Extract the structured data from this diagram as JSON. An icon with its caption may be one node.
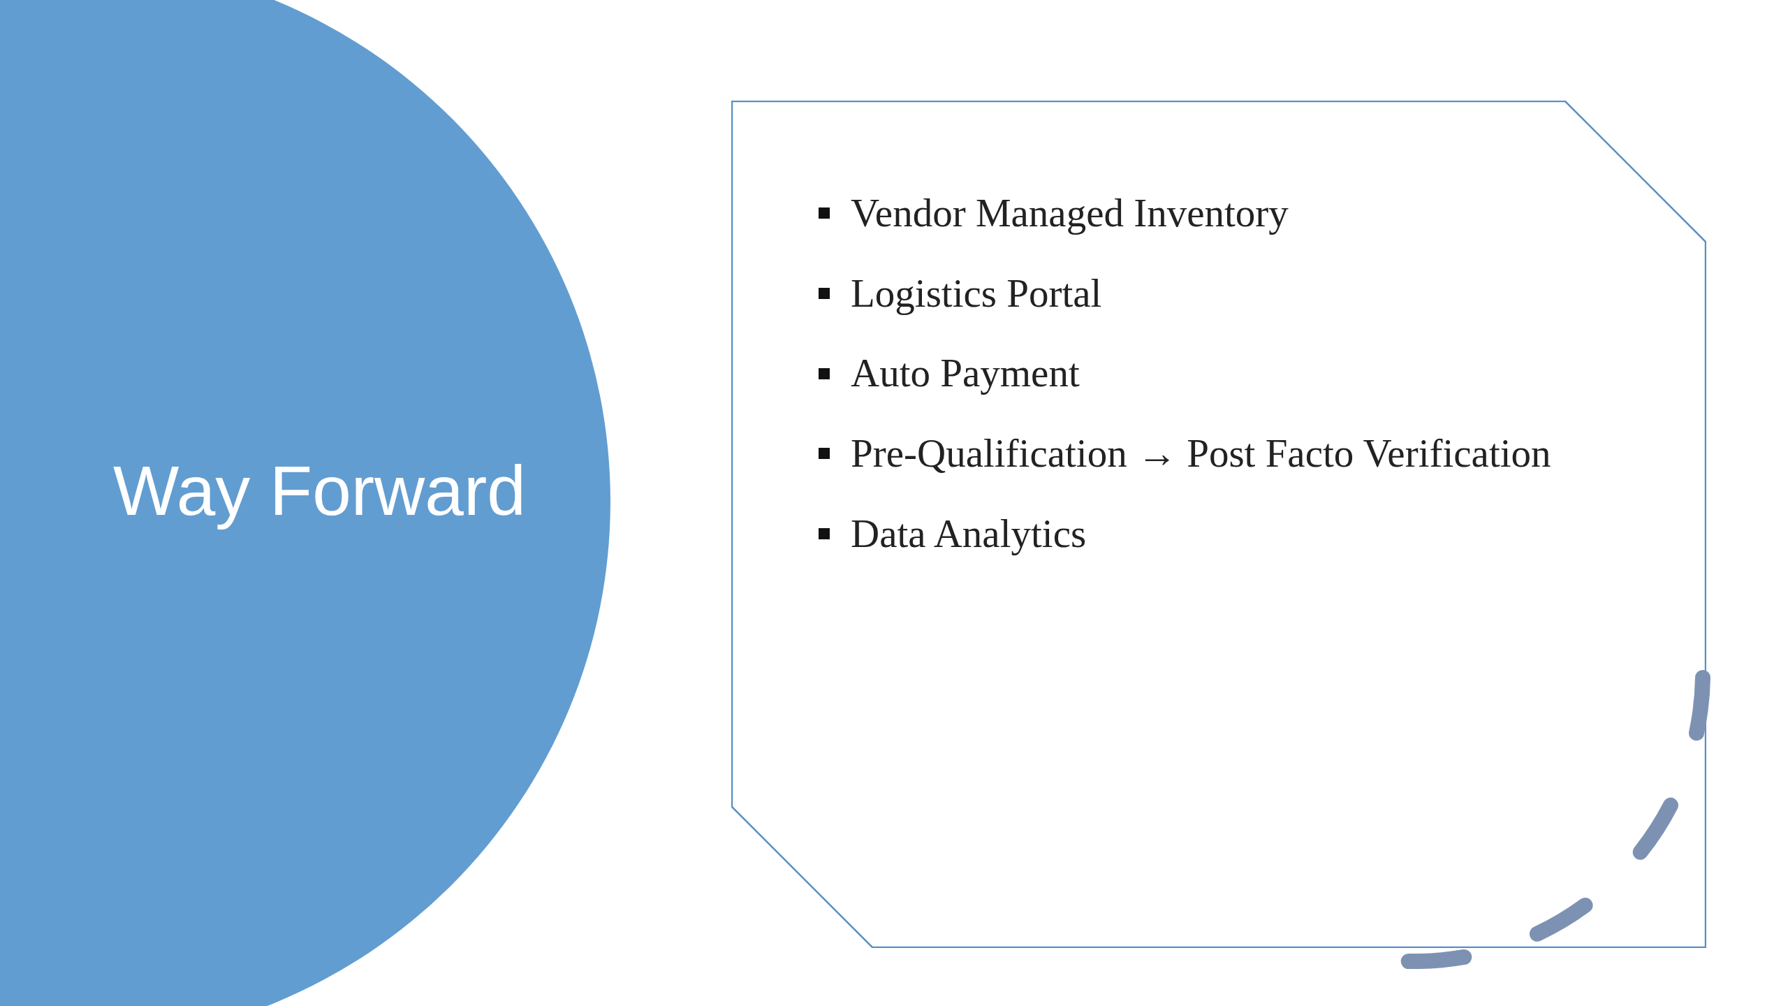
{
  "diagram": {
    "nodes": [
      {
        "text": [
          "Way Forward"
        ]
      },
      {
        "text": [
          "Vendor Managed Inventory",
          "Logistics Portal",
          "Auto Payment",
          "Pre-Qualification → Post Facto Verification",
          "Data Analytics"
        ]
      }
    ]
  }
}
